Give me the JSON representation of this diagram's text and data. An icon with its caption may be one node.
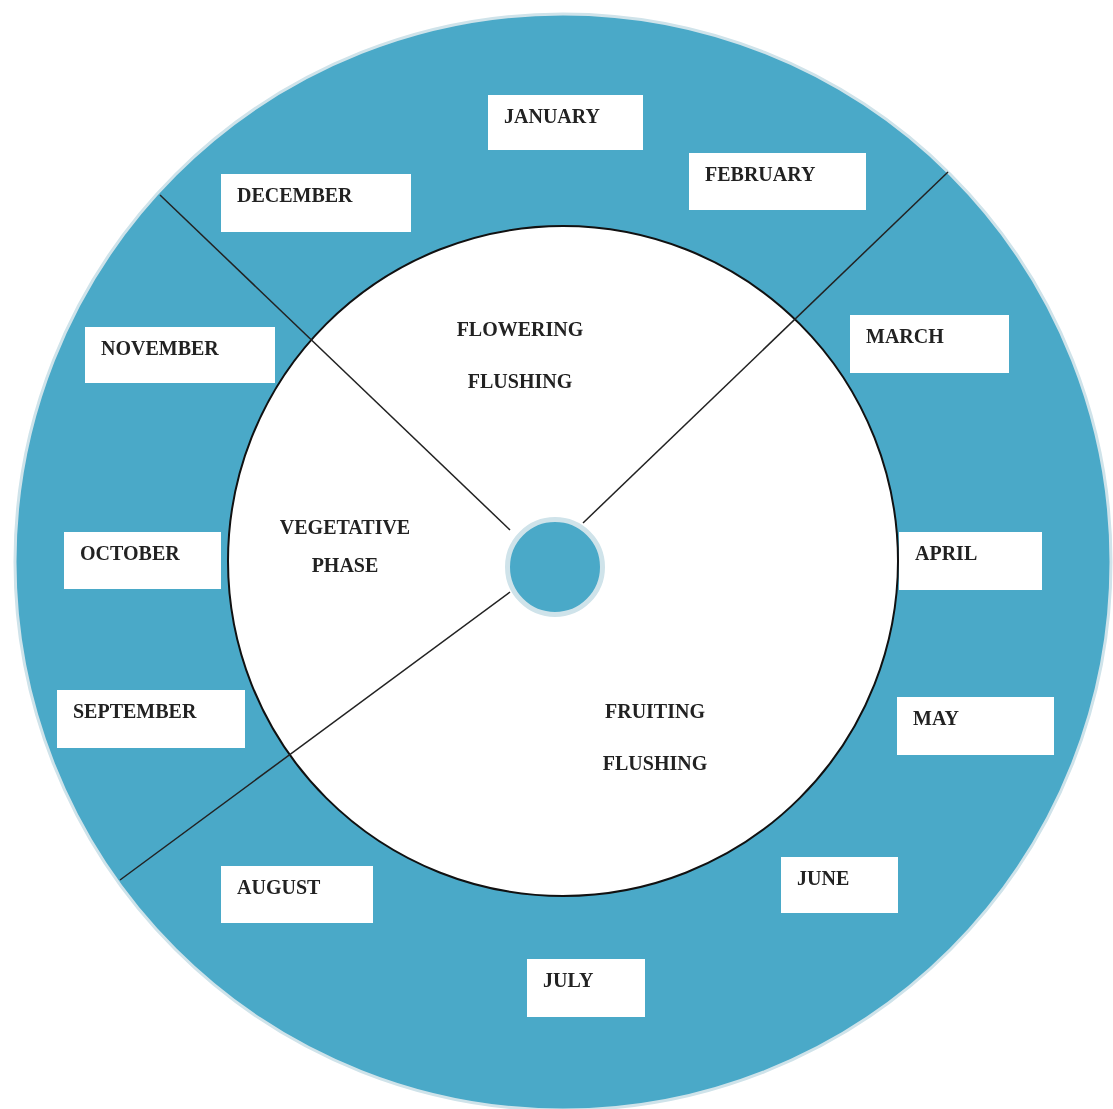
{
  "diagram": {
    "nodes": [
      {
        "text": [
          "JANUARY"
        ]
      },
      {
        "text": [
          "FEBRUARY"
        ]
      },
      {
        "text": [
          "DECEMBER"
        ]
      },
      {
        "text": [
          "NOVEMBER"
        ]
      },
      {
        "text": [
          "MARCH"
        ]
      },
      {
        "text": [
          "OCTOBER"
        ]
      },
      {
        "text": [
          "APRIL"
        ]
      },
      {
        "text": [
          "SEPTEMBER"
        ]
      },
      {
        "text": [
          "MAY"
        ]
      },
      {
        "text": [
          "AUGUST"
        ]
      },
      {
        "text": [
          "JUNE"
        ]
      },
      {
        "text": [
          "JULY"
        ]
      },
      {
        "text": [],
        "shape": "circle"
      }
    ],
    "labels": [
      "FLOWERING",
      "FLUSHING",
      "VEGETATIVE PHASE",
      "FRUITING",
      "FLUSHING"
    ]
  }
}
